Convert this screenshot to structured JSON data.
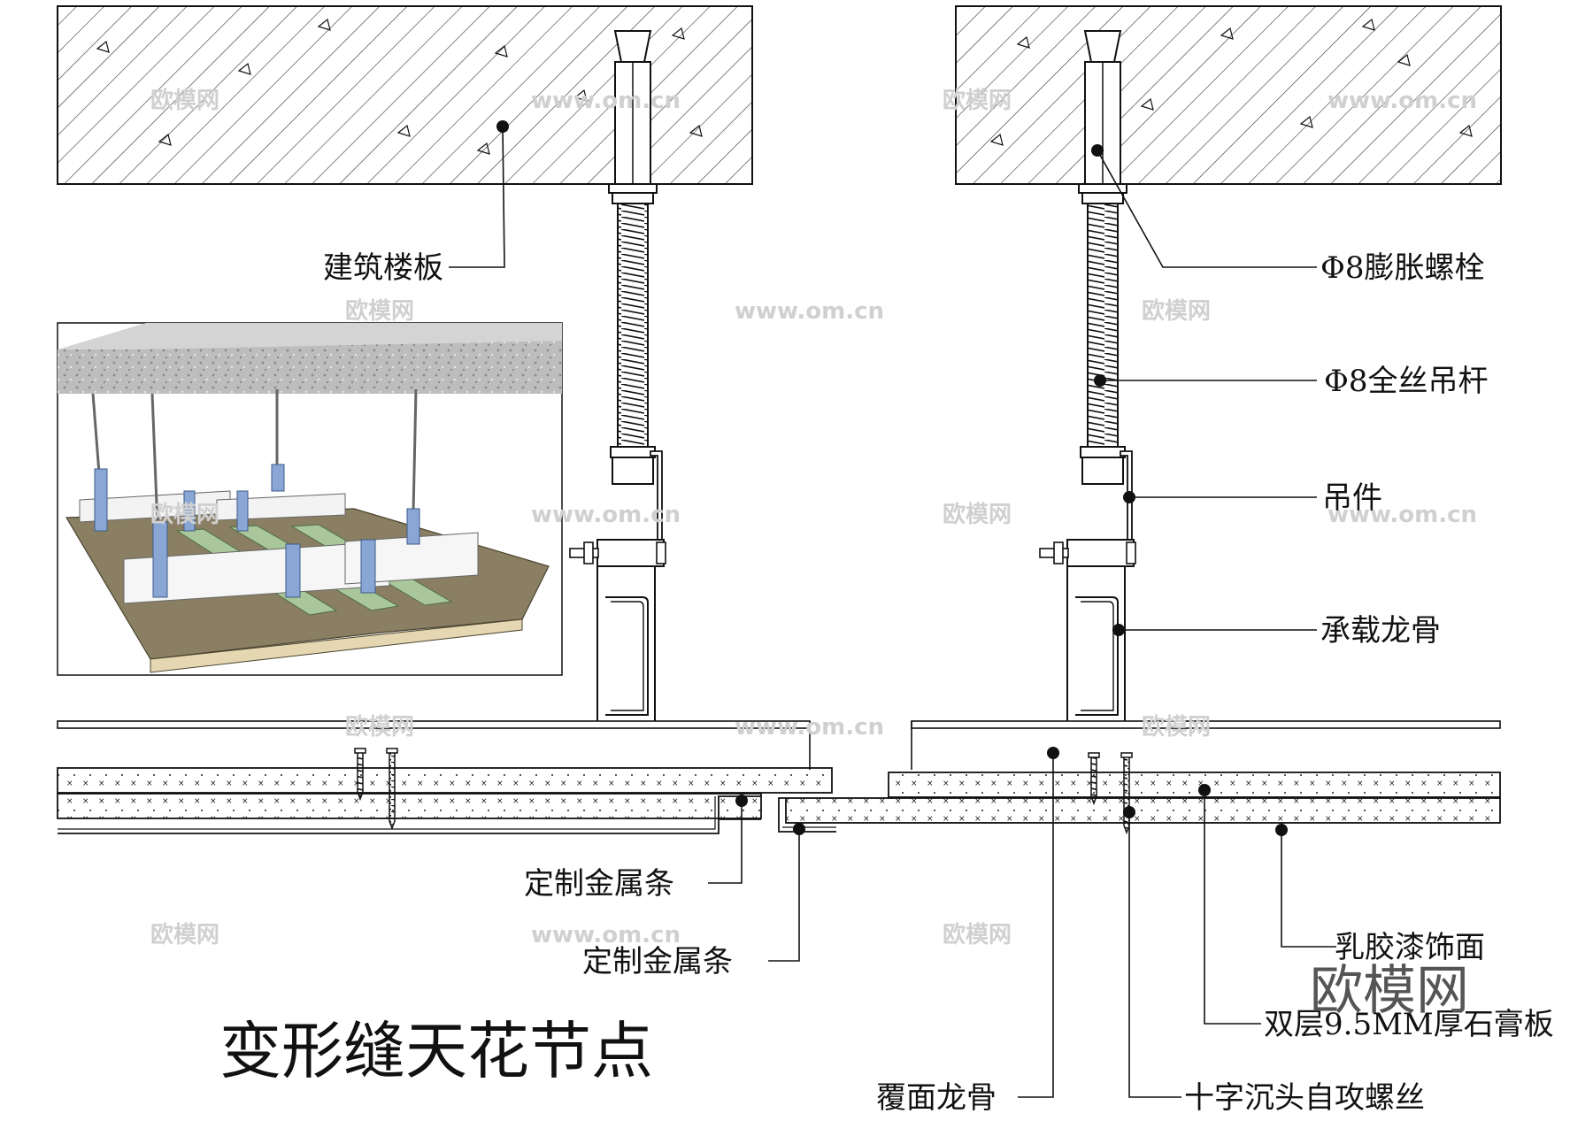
{
  "title": "变形缝天花节点",
  "labels": {
    "slab": "建筑楼板",
    "bolt": "Φ8膨胀螺栓",
    "rod": "Φ8全丝吊杆",
    "hanger": "吊件",
    "main_keel": "承载龙骨",
    "metal_strip_1": "定制金属条",
    "metal_strip_2": "定制金属条",
    "latex_paint": "乳胶漆饰面",
    "gypsum": "双层9.5MM厚石膏板",
    "cover_keel": "覆面龙骨",
    "screw": "十字沉头自攻螺丝"
  },
  "watermark": {
    "logo": "欧模网",
    "site": "www.om.cn",
    "corner": "欧模网"
  },
  "colors": {
    "line": "#111111",
    "hatch": "#333333",
    "concrete_top": "#b9b9b9",
    "board": "#8a7f63",
    "keel_green": "#a9c79a",
    "clip_blue": "#8aa6d4"
  }
}
